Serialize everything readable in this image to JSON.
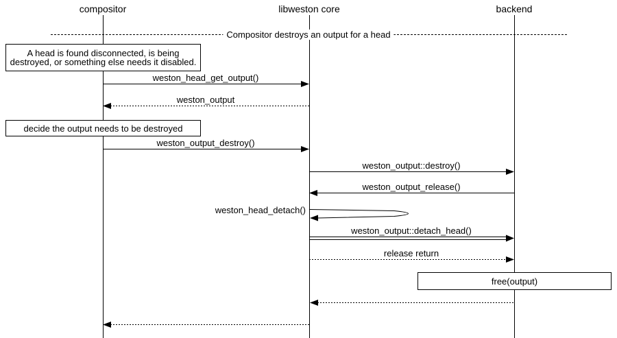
{
  "diagram": {
    "type": "sequence-diagram",
    "actors": [
      {
        "id": "compositor",
        "label": "compositor"
      },
      {
        "id": "libweston-core",
        "label": "libweston core"
      },
      {
        "id": "backend",
        "label": "backend"
      }
    ],
    "divider": {
      "label": "Compositor destroys an output for a head"
    },
    "notes": [
      {
        "over": "compositor",
        "text": "A head is found disconnected, is being destroyed, or something else needs it disabled."
      },
      {
        "over": "compositor",
        "text": "decide the output needs to be destroyed"
      },
      {
        "over": "backend",
        "text": "free(output)"
      }
    ],
    "messages": [
      {
        "label": "weston_head_get_output()",
        "from": "compositor",
        "to": "libweston core",
        "line": "solid"
      },
      {
        "label": "weston_output",
        "from": "libweston core",
        "to": "compositor",
        "line": "dotted"
      },
      {
        "label": "weston_output_destroy()",
        "from": "compositor",
        "to": "libweston core",
        "line": "solid"
      },
      {
        "label": "weston_output::destroy()",
        "from": "libweston core",
        "to": "backend",
        "line": "solid"
      },
      {
        "label": "weston_output_release()",
        "from": "backend",
        "to": "libweston core",
        "line": "solid"
      },
      {
        "label": "weston_head_detach()",
        "from": "libweston core",
        "to": "libweston core",
        "line": "self"
      },
      {
        "label": "weston_output::detach_head()",
        "from": "libweston core",
        "to": "backend",
        "line": "double"
      },
      {
        "label": "release return",
        "from": "libweston core",
        "to": "backend",
        "line": "dotted"
      },
      {
        "label": "",
        "from": "backend",
        "to": "libweston core",
        "line": "dotted"
      },
      {
        "label": "",
        "from": "libweston core",
        "to": "compositor",
        "line": "dotted"
      }
    ],
    "colors": {
      "line": "#000000",
      "background": "#ffffff",
      "text": "#000000"
    }
  }
}
